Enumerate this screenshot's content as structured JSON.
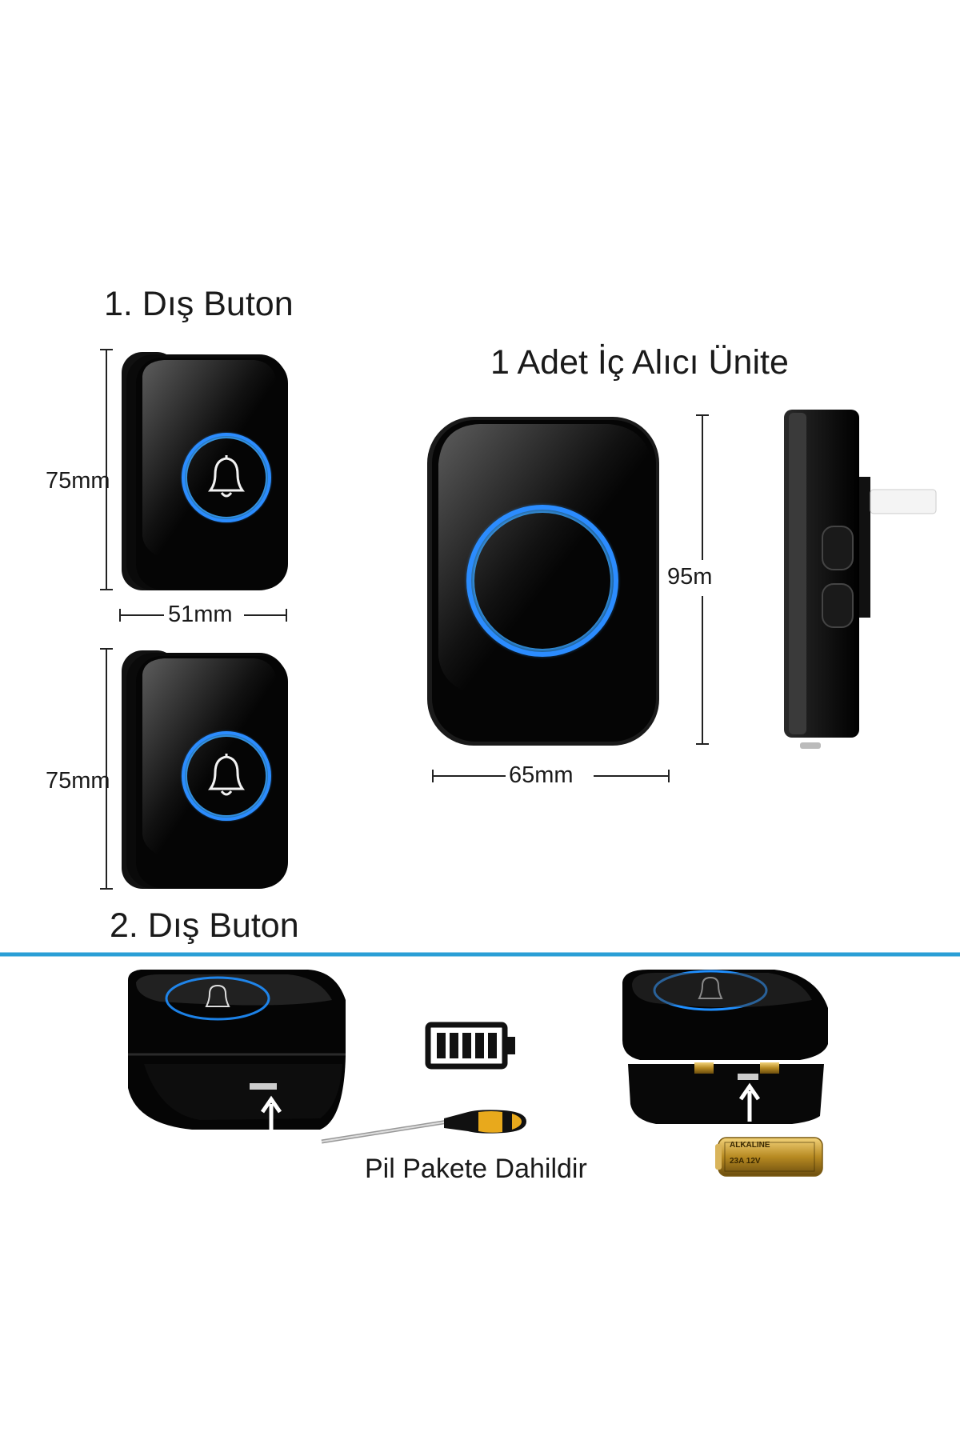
{
  "button1": {
    "title": "1. Dış Buton",
    "height": "75mm",
    "width": "51mm"
  },
  "button2": {
    "title": "2. Dış Buton",
    "height": "75mm"
  },
  "receiver": {
    "title": "1 Adet İç Alıcı Ünite",
    "height": "95m",
    "width": "65mm"
  },
  "battery_section": {
    "caption": "Pil Pakete Dahildir",
    "battery_text_1": "ALKALINE",
    "battery_text_2": "23A 12V"
  },
  "colors": {
    "ring": "#1f8fff",
    "divider": "#2a9fd6",
    "body": "#050505"
  },
  "icons": [
    "bell-icon",
    "battery-icon",
    "screwdriver-icon",
    "arrow-up-icon"
  ]
}
